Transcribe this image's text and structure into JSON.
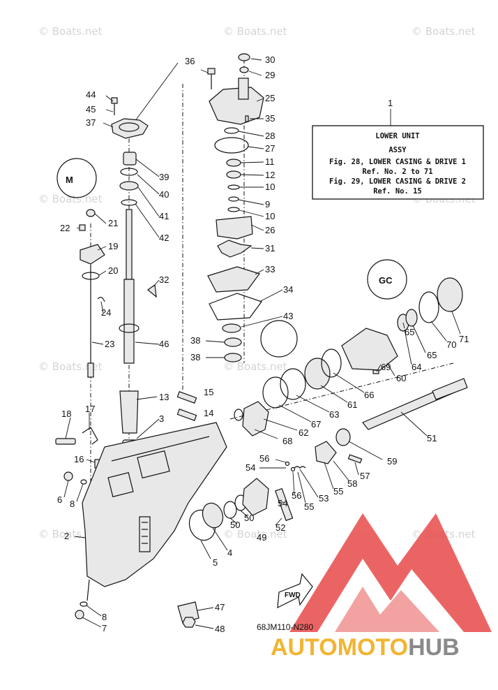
{
  "watermark": "© Boats.net",
  "info_box": {
    "ref": "1",
    "line1": "LOWER UNIT",
    "line2": "ASSY",
    "line3": "Fig. 28, LOWER CASING & DRIVE 1",
    "line4": "Ref. No. 2 to 71",
    "line5": "Fig. 29, LOWER CASING & DRIVE 2",
    "line6": "Ref. No. 15"
  },
  "diagram_code": "68JM110-N280",
  "fwd_label": "FWD",
  "inset_marks": [
    "M",
    "GC"
  ],
  "brand": {
    "part1": "AUTOMOTO",
    "part2": "HUB"
  },
  "colors": {
    "logo_red": "#e84a4a",
    "logo_yellow": "#f2b431",
    "logo_gray": "#8a8a8a"
  },
  "callouts": [
    "36",
    "30",
    "29",
    "25",
    "44",
    "45",
    "37",
    "35",
    "28",
    "27",
    "39",
    "11",
    "12",
    "40",
    "10",
    "41",
    "9",
    "21",
    "10",
    "22",
    "26",
    "42",
    "19",
    "31",
    "20",
    "33",
    "32",
    "34",
    "24",
    "43",
    "23",
    "46",
    "38",
    "38",
    "15",
    "13",
    "14",
    "3",
    "18",
    "17",
    "16",
    "56",
    "54",
    "6",
    "8",
    "2",
    "5",
    "4",
    "50",
    "50",
    "49",
    "52",
    "54",
    "56",
    "55",
    "53",
    "55",
    "58",
    "57",
    "59",
    "51",
    "68",
    "62",
    "67",
    "63",
    "61",
    "66",
    "60",
    "69",
    "64",
    "65",
    "65",
    "70",
    "71",
    "47",
    "7",
    "8",
    "48"
  ]
}
